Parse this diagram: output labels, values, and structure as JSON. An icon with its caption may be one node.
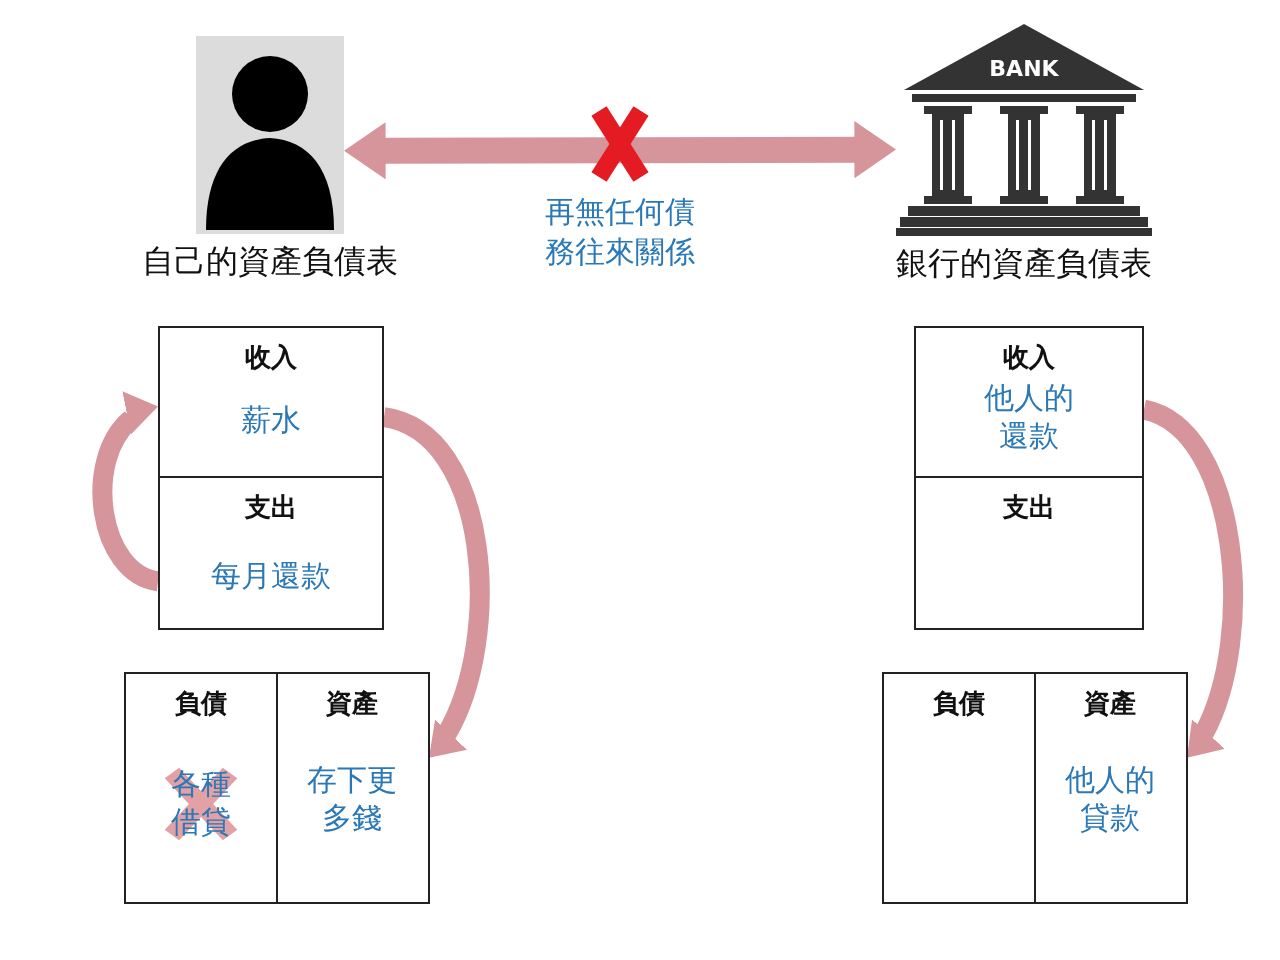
{
  "diagram": {
    "nodes": [
      {
        "text": [],
        "shape": "person",
        "beside": [
          "自己的資產負債表"
        ]
      },
      {
        "text": [
          "BANK"
        ],
        "beside": [
          "銀行的資產負債表"
        ]
      },
      {
        "text": [
          "收入",
          "薪水"
        ]
      },
      {
        "text": [
          "支出",
          "每月還款"
        ]
      },
      {
        "text": [
          "負債",
          "各種借貸"
        ]
      },
      {
        "text": [
          "資產",
          "存下更多錢"
        ]
      },
      {
        "text": [
          "收入",
          "他人的還款"
        ]
      },
      {
        "text": [
          "支出"
        ]
      },
      {
        "text": [
          "負債"
        ]
      },
      {
        "text": [
          "資產",
          "他人的貸款"
        ]
      }
    ],
    "edges": [
      {
        "from": 0,
        "to": 1,
        "arrow": "both",
        "label": "再無任何債務往來關係"
      },
      {
        "from": 3,
        "to": 2,
        "arrow": "to"
      },
      {
        "from": 2,
        "to": 5,
        "arrow": "to"
      },
      {
        "from": 6,
        "to": 9,
        "arrow": "to"
      }
    ]
  }
}
